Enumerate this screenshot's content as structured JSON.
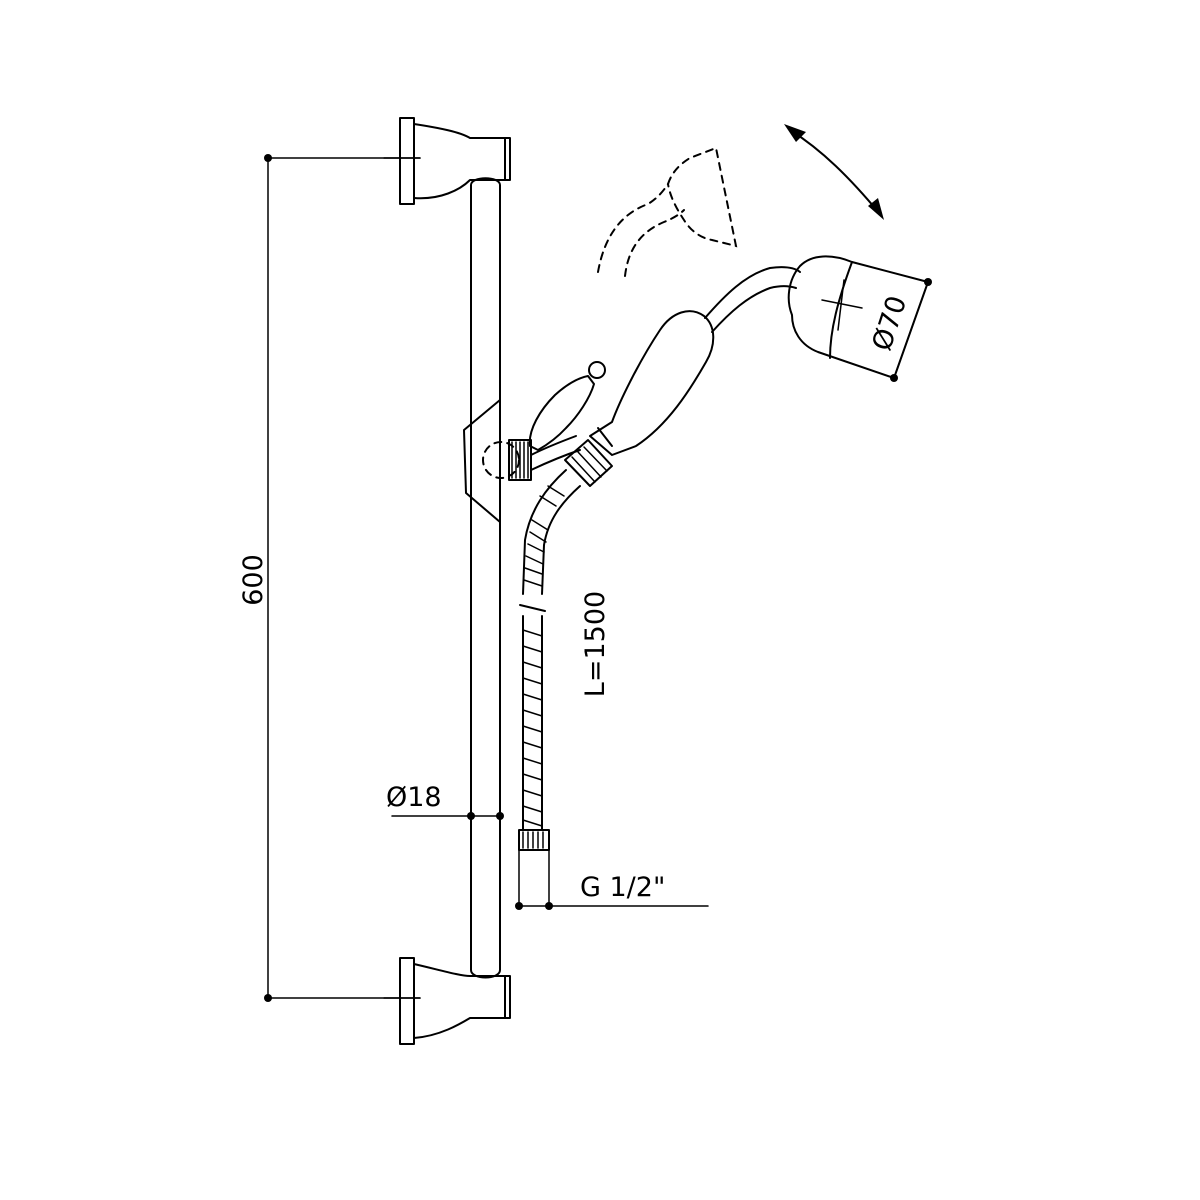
{
  "dimensions": {
    "rail_height": "600",
    "rail_diameter": "Ø18",
    "hose_length": "L=1500",
    "thread": "G 1/2\"",
    "head_diameter": "Ø70"
  },
  "colors": {
    "line": "#000000",
    "background": "#ffffff"
  }
}
